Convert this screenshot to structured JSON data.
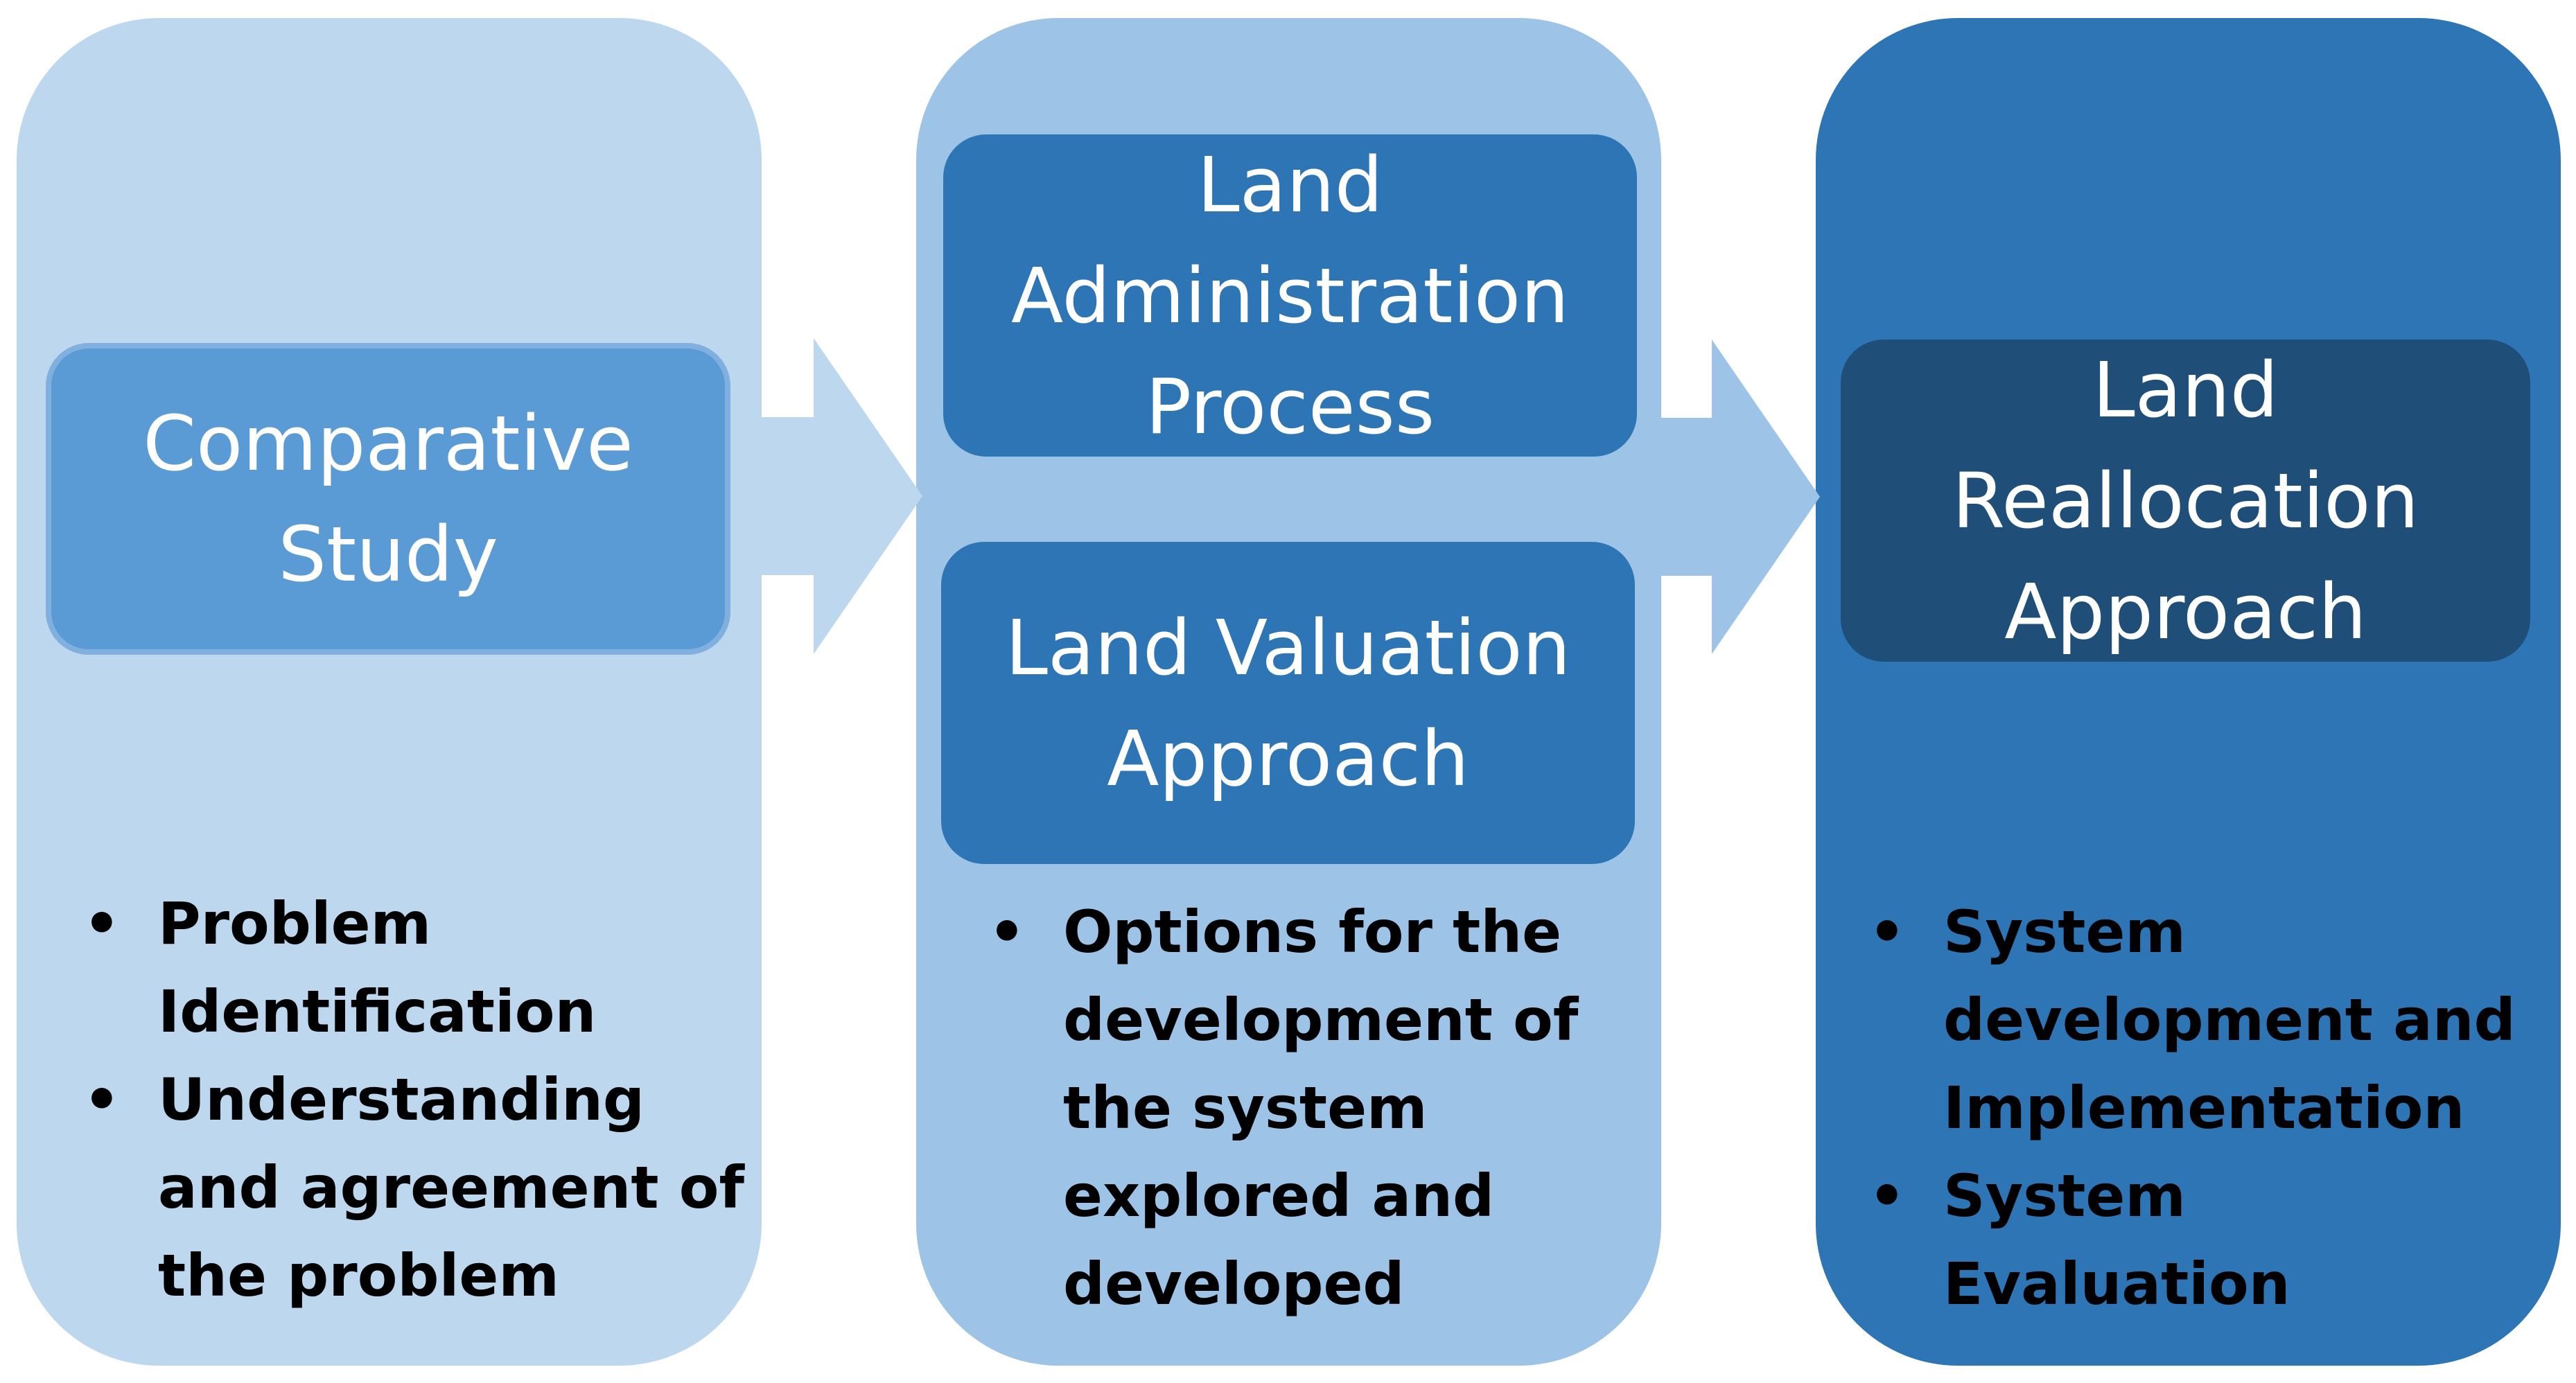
{
  "colors": {
    "panel_1": "#bdd7ee",
    "panel_2": "#9dc3e6",
    "panel_3": "#2e75b6",
    "box_comparative": "#5b9bd5",
    "box_admin": "#2e75b6",
    "box_valuation": "#2e75b6",
    "box_realloc": "#1f4e79",
    "arrow_1": "#bdd7ee",
    "arrow_2": "#9dc3e6"
  },
  "icons": {
    "arrow_1": "right-arrow-icon",
    "arrow_2": "right-arrow-icon"
  },
  "columns": [
    {
      "boxes": [
        {
          "lines": [
            "Comparative",
            "Study"
          ]
        }
      ],
      "bullets": [
        {
          "lines": [
            "Problem",
            "Identification"
          ]
        },
        {
          "lines": [
            "Understanding",
            "and agreement of",
            "the problem"
          ]
        }
      ]
    },
    {
      "boxes": [
        {
          "lines": [
            "Land",
            "Administration",
            "Process"
          ]
        },
        {
          "lines": [
            "Land Valuation",
            "Approach"
          ]
        }
      ],
      "bullets": [
        {
          "lines": [
            "Options for the",
            "development of",
            "the system",
            "explored and",
            "developed"
          ]
        }
      ]
    },
    {
      "boxes": [
        {
          "lines": [
            "Land",
            "Reallocation",
            "Approach"
          ]
        }
      ],
      "bullets": [
        {
          "lines": [
            "System",
            "development and",
            "Implementation"
          ]
        },
        {
          "lines": [
            "System Evaluation"
          ]
        }
      ]
    }
  ],
  "bullet_symbol": "•"
}
